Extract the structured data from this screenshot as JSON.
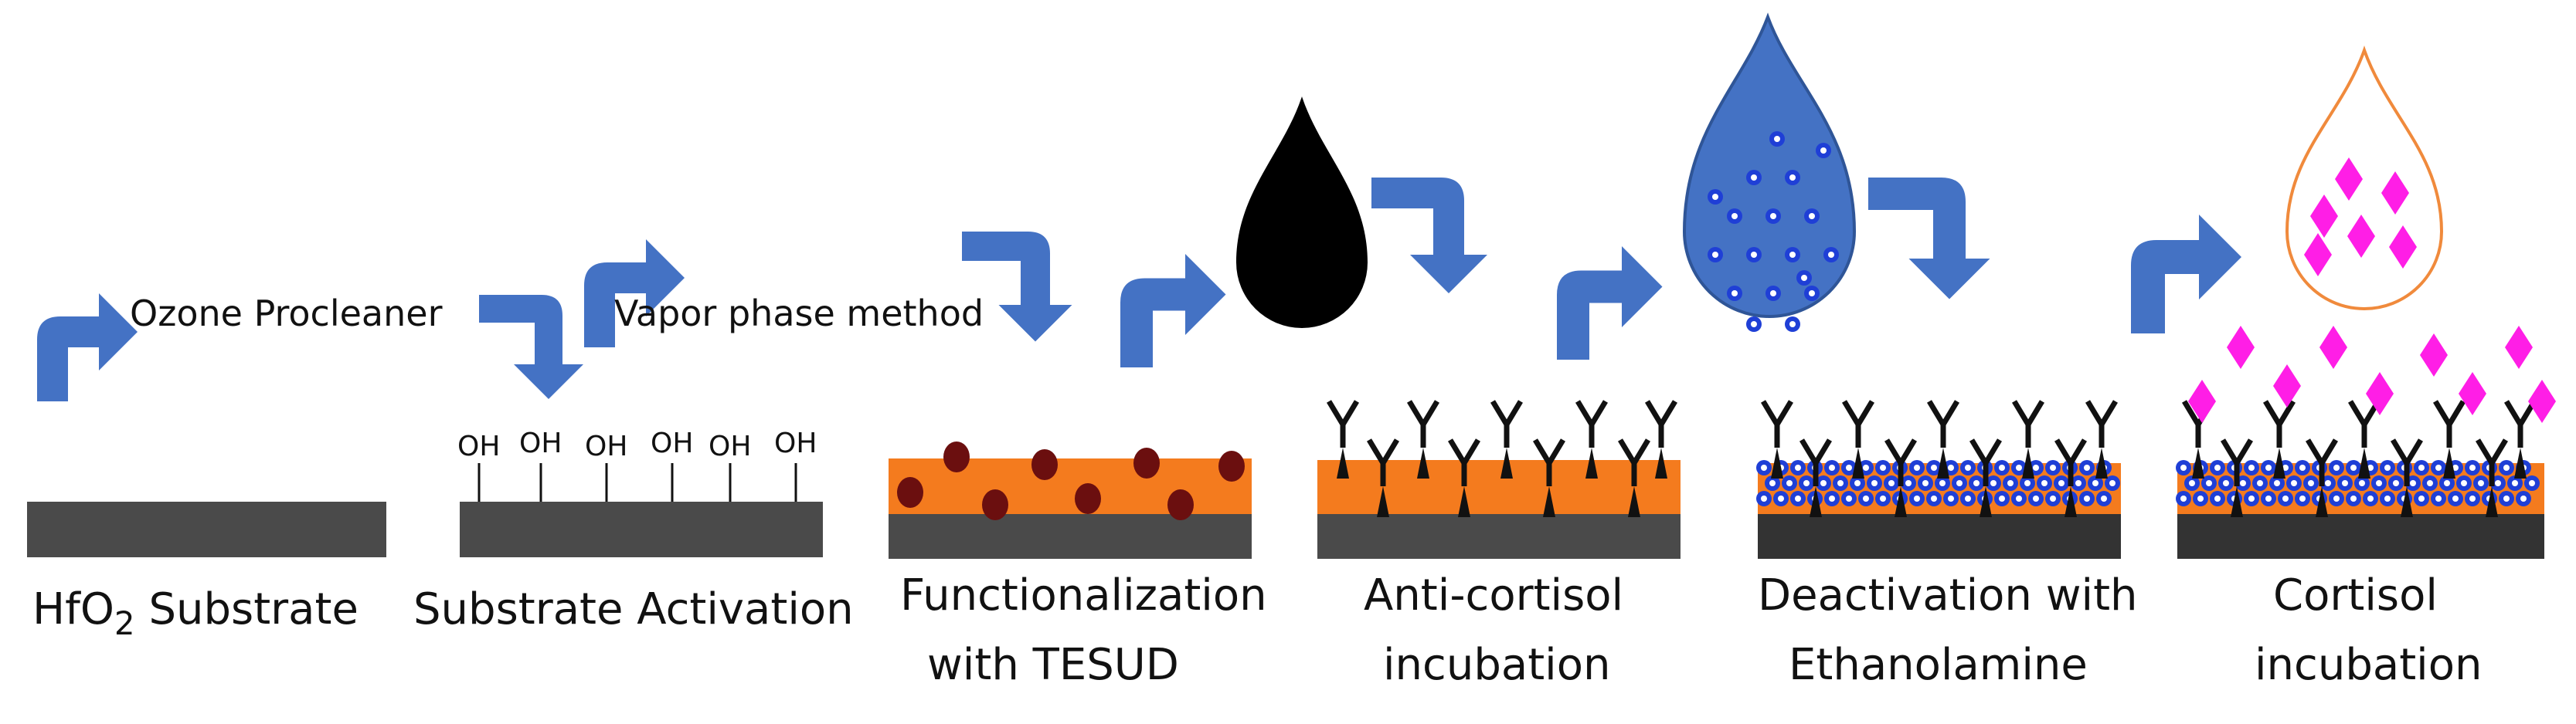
{
  "steps": [
    {
      "label": "HfO",
      "sub": "2",
      "label_tail": " Substrate"
    },
    {
      "label": "Substrate Activation"
    },
    {
      "label": "Functionalization",
      "label_line2": "with TESUD"
    },
    {
      "label": "Anti-cortisol",
      "label_line2": "incubation"
    },
    {
      "label": "Deactivation with",
      "label_line2": "Ethanolamine"
    },
    {
      "label": "Cortisol",
      "label_line2": "incubation"
    }
  ],
  "process_labels": {
    "ozone": "Ozone Procleaner",
    "vapor": "Vapor phase method"
  },
  "oh_label": "OH",
  "colors": {
    "substrate": "#4a4a4a",
    "orange_layer": "#f47b1e",
    "tesud_dots": "#6b0f0f",
    "arrow": "#4472c4",
    "antibody": "#111111",
    "ethanolamine_fill": "#1f3fd6",
    "drop_blue": "#4472c4",
    "cortisol": "#ff1ee6",
    "drop_outline": "#f08a3c"
  }
}
